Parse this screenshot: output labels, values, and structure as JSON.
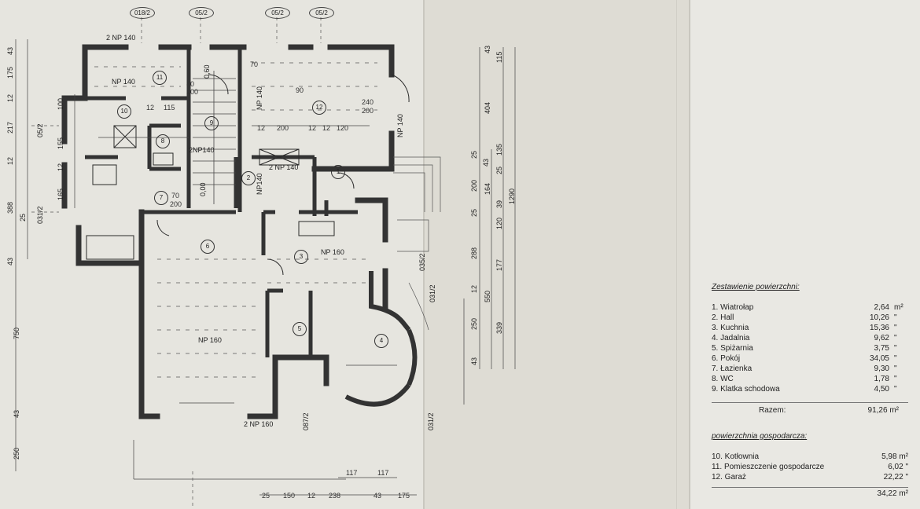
{
  "plan": {
    "axis_labels": [
      "018/2",
      "05/2",
      "05/2",
      "05/2",
      "05/2",
      "031/2",
      "035/2",
      "031/2",
      "031/2",
      "087/2"
    ],
    "room_numbers": [
      "1",
      "2",
      "3",
      "4",
      "5",
      "6",
      "7",
      "8",
      "9",
      "10",
      "11",
      "12"
    ],
    "room_labels": {
      "np140_a": "NP 140",
      "np140_b": "NP 140",
      "np160_a": "NP 160",
      "np160_b": "NP 160",
      "np140_12": "NP 140",
      "two_np140_top": "2 NP 140",
      "two_np140_mid": "2 NP 140",
      "two_np140_c": "2NP140",
      "two_np160": "2 NP 160",
      "np140_hall": "NP140",
      "level_060": "0,60",
      "level_000": "0,00"
    },
    "dims_top": [
      "12",
      "115",
      "70",
      "12",
      "200",
      "12",
      "12",
      "120",
      "240",
      "200",
      "90",
      "80",
      "200",
      "70",
      "200"
    ],
    "dims_bottom": [
      "25",
      "150",
      "12",
      "238",
      "43",
      "175",
      "117",
      "117"
    ],
    "dims_left": [
      "43",
      "175",
      "12",
      "217",
      "12",
      "388",
      "25",
      "43",
      "100",
      "155",
      "12",
      "165",
      "750",
      "250",
      "43"
    ],
    "dims_right_a": [
      "25",
      "43",
      "200",
      "25",
      "288",
      "12",
      "250",
      "43"
    ],
    "dims_right_b": [
      "43",
      "115",
      "404",
      "135",
      "25",
      "164",
      "39",
      "120",
      "550",
      "177",
      "339"
    ],
    "dims_right_c": [
      "1290"
    ]
  },
  "summary": {
    "title": "Zestawienie powierzchni:",
    "rooms": [
      {
        "name": "1. Wiatrołap",
        "value": "2,64",
        "unit": "m²"
      },
      {
        "name": "2. Hall",
        "value": "10,26",
        "unit": "\""
      },
      {
        "name": "3. Kuchnia",
        "value": "15,36",
        "unit": "\""
      },
      {
        "name": "4. Jadalnia",
        "value": "9,62",
        "unit": "\""
      },
      {
        "name": "5. Spiżarnia",
        "value": "3,75",
        "unit": "\""
      },
      {
        "name": "6. Pokój",
        "value": "34,05",
        "unit": "\""
      },
      {
        "name": "7. Łazienka",
        "value": "9,30",
        "unit": "\""
      },
      {
        "name": "8. WC",
        "value": "1,78",
        "unit": "\""
      },
      {
        "name": "9. Klatka schodowa",
        "value": "4,50",
        "unit": "\""
      }
    ],
    "total_label": "Razem:",
    "total_value": "91,26 m²",
    "utility_title": "powierzchnia gospodarcza:",
    "utility": [
      {
        "name": "10. Kotłownia",
        "value": "5,98 m²"
      },
      {
        "name": "11. Pomieszczenie gospodarcze",
        "value": "6,02 \""
      },
      {
        "name": "12. Garaż",
        "value": "22,22 \""
      }
    ],
    "utility_total": "34,22 m²"
  }
}
